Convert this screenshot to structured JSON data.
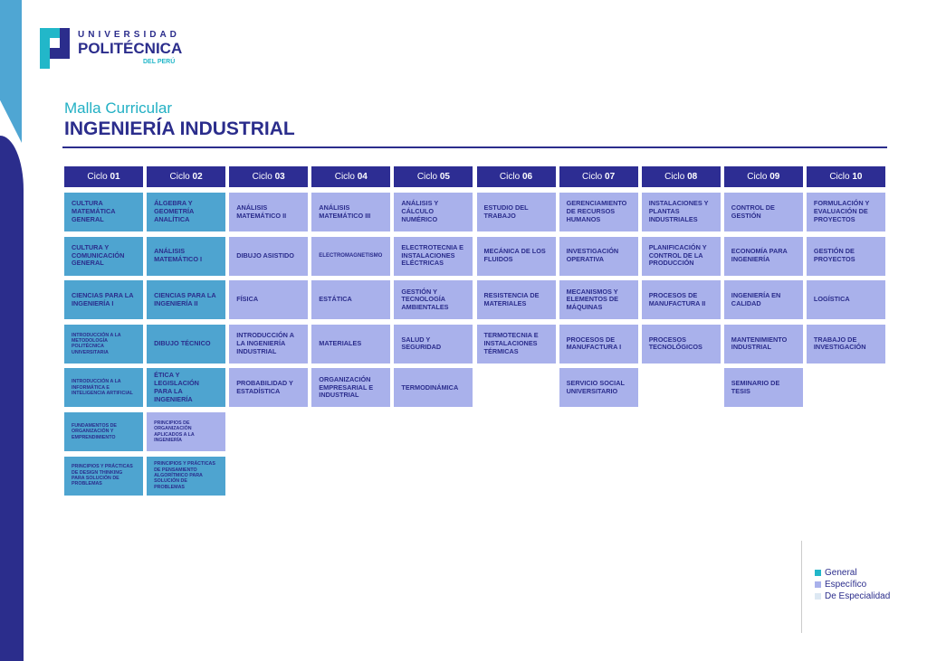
{
  "logo": {
    "line1": "UNIVERSIDAD",
    "line2": "POLITÉCNICA",
    "line3": "DEL PERÚ"
  },
  "subtitle": "Malla Curricular",
  "title": "INGENIERÍA INDUSTRIAL",
  "cycle_prefix": "Ciclo",
  "cycles": [
    {
      "n": "01",
      "courses": [
        {
          "t": "Cultura Matemática General",
          "k": "g"
        },
        {
          "t": "Cultura y Comunicación General",
          "k": "g"
        },
        {
          "t": "Ciencias para la Ingeniería I",
          "k": "g"
        },
        {
          "t": "Introducción a la Metodología Politécnica Universitaria",
          "k": "g",
          "s": "xs"
        },
        {
          "t": "Introducción a la Informática e Inteligencia Artificial",
          "k": "g",
          "s": "xs"
        },
        {
          "t": "Fundamentos de Organización y Emprendimiento",
          "k": "g",
          "s": "xs"
        },
        {
          "t": "Principios y Prácticas de Design Thinking para Solución de Problemas",
          "k": "g",
          "s": "xs"
        }
      ]
    },
    {
      "n": "02",
      "courses": [
        {
          "t": "Álgebra y Geometría Analítica",
          "k": "g"
        },
        {
          "t": "Análisis Matemático I",
          "k": "g"
        },
        {
          "t": "Ciencias para la Ingeniería II",
          "k": "g"
        },
        {
          "t": "Dibujo Técnico",
          "k": "g"
        },
        {
          "t": "Ética y Legislación para la Ingeniería",
          "k": "g"
        },
        {
          "t": "Principios de Organización Aplicados a la Ingeniería",
          "k": "e",
          "s": "xs"
        },
        {
          "t": "Principios y Prácticas de Pensamiento Algorítmico para Solución de Problemas",
          "k": "g",
          "s": "xs"
        }
      ]
    },
    {
      "n": "03",
      "courses": [
        {
          "t": "Análisis Matemático II",
          "k": "e"
        },
        {
          "t": "Dibujo Asistido",
          "k": "e"
        },
        {
          "t": "Física",
          "k": "e"
        },
        {
          "t": "Introducción a la Ingeniería Industrial",
          "k": "e"
        },
        {
          "t": "Probabilidad y Estadística",
          "k": "e"
        }
      ]
    },
    {
      "n": "04",
      "courses": [
        {
          "t": "Análisis Matemático III",
          "k": "e"
        },
        {
          "t": "Electromagnetismo",
          "k": "e",
          "s": "sm"
        },
        {
          "t": "Estática",
          "k": "e"
        },
        {
          "t": "Materiales",
          "k": "e"
        },
        {
          "t": "Organización Empresarial e Industrial",
          "k": "e"
        }
      ]
    },
    {
      "n": "05",
      "courses": [
        {
          "t": "Análisis y Cálculo Numérico",
          "k": "e"
        },
        {
          "t": "Electrotecnia e Instalaciones Eléctricas",
          "k": "e"
        },
        {
          "t": "Gestión y Tecnología Ambientales",
          "k": "e"
        },
        {
          "t": "Salud y Seguridad",
          "k": "e"
        },
        {
          "t": "Termodinámica",
          "k": "e"
        }
      ]
    },
    {
      "n": "06",
      "courses": [
        {
          "t": "Estudio del Trabajo",
          "k": "e"
        },
        {
          "t": "Mecánica de los Fluidos",
          "k": "e"
        },
        {
          "t": "Resistencia de Materiales",
          "k": "e"
        },
        {
          "t": "Termotecnia e Instalaciones Térmicas",
          "k": "e"
        }
      ]
    },
    {
      "n": "07",
      "courses": [
        {
          "t": "Gerenciamiento de Recursos Humanos",
          "k": "e"
        },
        {
          "t": "Investigación Operativa",
          "k": "e"
        },
        {
          "t": "Mecanismos y Elementos de Máquinas",
          "k": "e"
        },
        {
          "t": "Procesos de Manufactura I",
          "k": "e"
        },
        {
          "t": "Servicio Social Universitario",
          "k": "e"
        }
      ]
    },
    {
      "n": "08",
      "courses": [
        {
          "t": "Instalaciones y Plantas Industriales",
          "k": "e"
        },
        {
          "t": "Planificación y Control de la Producción",
          "k": "e"
        },
        {
          "t": "Procesos de Manufactura II",
          "k": "e"
        },
        {
          "t": "Procesos Tecnológicos",
          "k": "e"
        }
      ]
    },
    {
      "n": "09",
      "courses": [
        {
          "t": "Control de Gestión",
          "k": "e"
        },
        {
          "t": "Economía para Ingeniería",
          "k": "e"
        },
        {
          "t": "Ingeniería en Calidad",
          "k": "e"
        },
        {
          "t": "Mantenimiento Industrial",
          "k": "e"
        },
        {
          "t": "Seminario de Tesis",
          "k": "e"
        }
      ]
    },
    {
      "n": "10",
      "courses": [
        {
          "t": "Formulación y Evaluación de Proyectos",
          "k": "e"
        },
        {
          "t": "Gestión de Proyectos",
          "k": "e"
        },
        {
          "t": "Logística",
          "k": "e"
        },
        {
          "t": "Trabajo de Investigación",
          "k": "e"
        }
      ]
    }
  ],
  "legend": [
    {
      "label": "General",
      "color": "#22b7c9"
    },
    {
      "label": "Específico",
      "color": "#a9b1eb"
    },
    {
      "label": "De Especialidad",
      "color": "#dde8f3"
    }
  ]
}
